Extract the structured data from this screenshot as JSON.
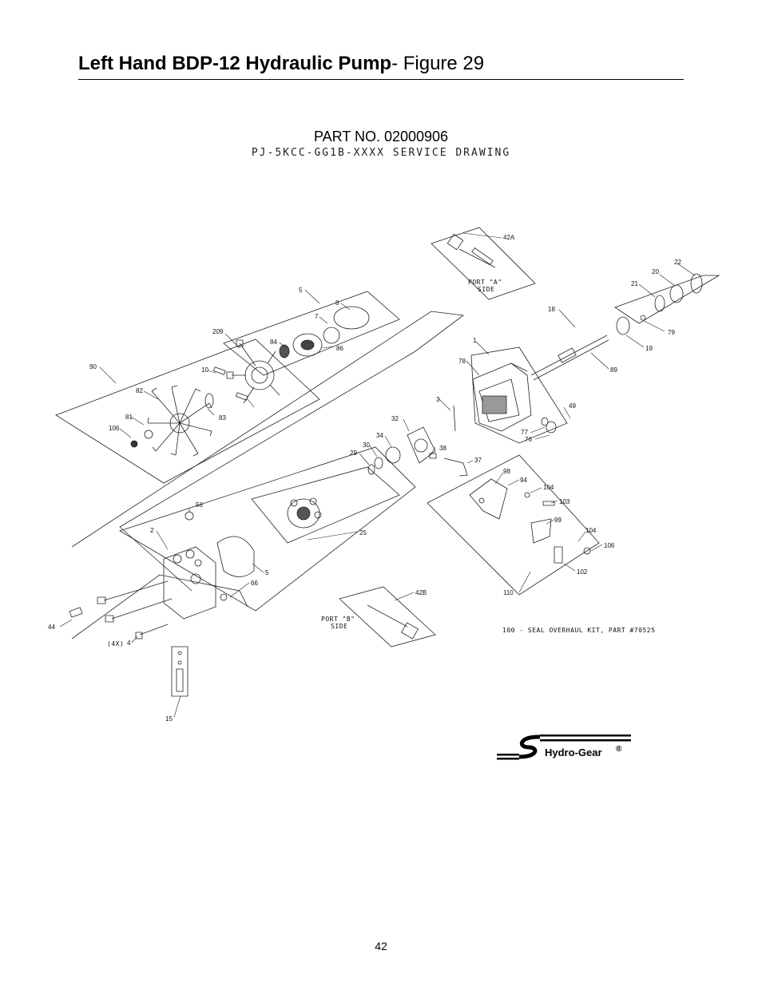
{
  "header": {
    "title_bold": "Left Hand BDP-12 Hydraulic Pump",
    "title_rest": "- Figure 29"
  },
  "drawing": {
    "part_number": "PART NO. 02000906",
    "service_title": "PJ-5KCC-GG1B-XXXX SERVICE DRAWING",
    "port_a_label_1": "PORT \"A\"",
    "port_a_label_2": "SIDE",
    "port_b_label_1": "PORT \"B\"",
    "port_b_label_2": "SIDE",
    "quantity_note": "(4X)",
    "kit_note": "100 -  SEAL OVERHAUL KIT, PART #70525",
    "callouts": [
      "42A",
      "22",
      "20",
      "21",
      "18",
      "79",
      "19",
      "5",
      "8",
      "7",
      "209",
      "84",
      "86",
      "1",
      "78",
      "89",
      "90",
      "10",
      "82",
      "83",
      "81",
      "106",
      "3",
      "49",
      "32",
      "77",
      "76",
      "34",
      "30",
      "29",
      "38",
      "37",
      "98",
      "94",
      "104",
      "103",
      "56",
      "99",
      "104",
      "106",
      "2",
      "25",
      "102",
      "110",
      "5",
      "66",
      "42B",
      "44",
      "4",
      "15"
    ]
  },
  "logo": {
    "brand": "Hydro-Gear",
    "registered": "®"
  },
  "footer": {
    "page_number": "42"
  }
}
